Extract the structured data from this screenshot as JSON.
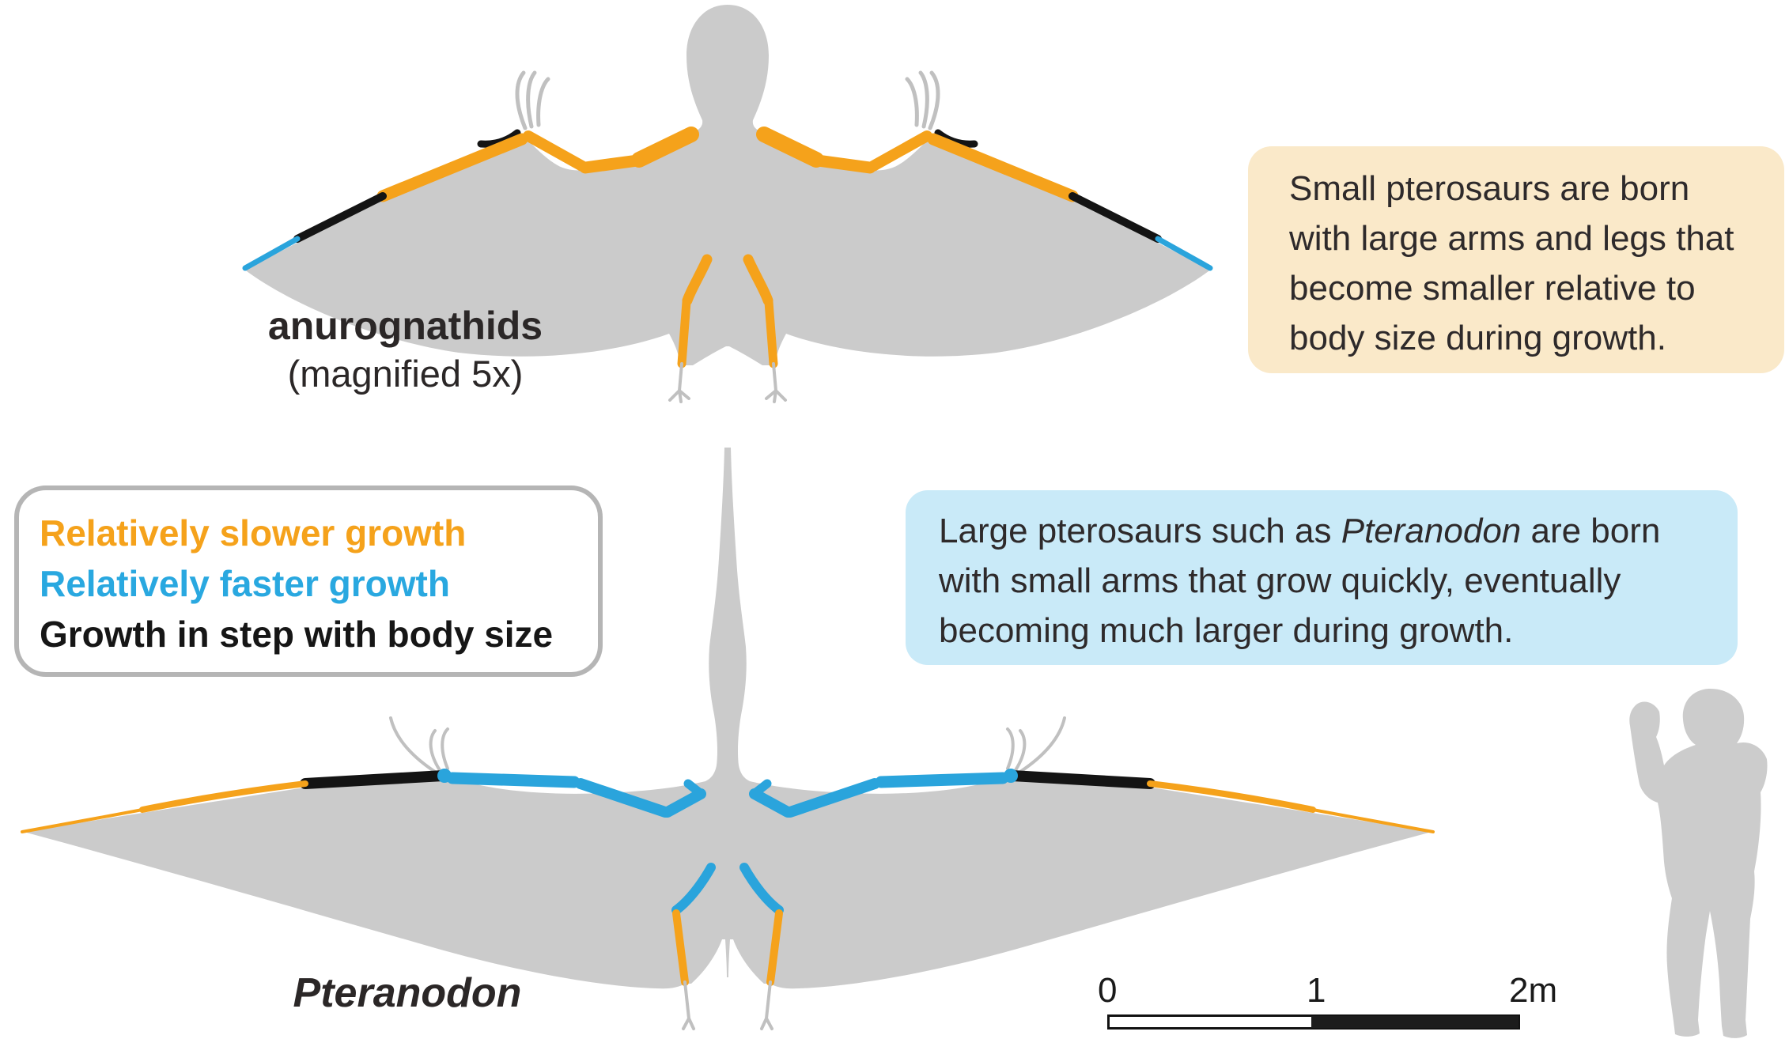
{
  "figure": {
    "title_top_line1": "anurognathids",
    "title_top_line2": "(magnified 5x)",
    "title_bottom": "Pteranodon"
  },
  "callout_small": {
    "text": "Small pterosaurs are born\nwith large arms and legs that\nbecome smaller relative to\nbody size during growth."
  },
  "callout_large": {
    "text_before_italic": "Large pterosaurs such as ",
    "italic_text": "Pteranodon",
    "text_after_italic": " are born with small arms that grow quickly, eventually becoming much larger during growth."
  },
  "legend": {
    "items": [
      {
        "label": "Relatively slower growth",
        "color": "#f5a21b",
        "meaning": "orange bones"
      },
      {
        "label": "Relatively faster growth",
        "color": "#29a8e0",
        "meaning": "blue bones"
      },
      {
        "label": "Growth in step with body size",
        "color": "#161616",
        "meaning": "black bones"
      }
    ]
  },
  "scale_bar": {
    "tick_0": "0",
    "tick_1": "1",
    "tick_2": "2m",
    "units": "meters"
  },
  "colors": {
    "slower_growth_orange": "#f5a21b",
    "faster_growth_blue": "#2aa4dc",
    "in_step_black": "#141414",
    "body_silhouette_gray": "#cbcbcb",
    "human_silhouette_gray": "#cccccc",
    "callout_small_bg": "#fae9c9",
    "callout_large_bg": "#c9eaf8",
    "legend_border_gray": "#b5b5b5"
  }
}
